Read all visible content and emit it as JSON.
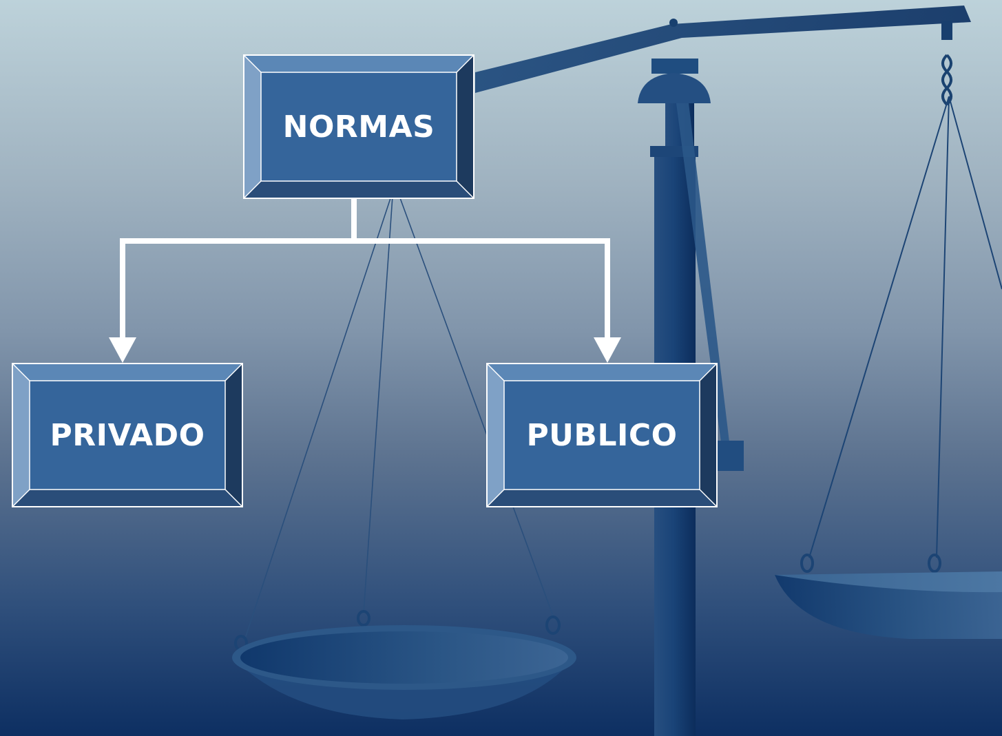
{
  "diagram": {
    "type": "tree",
    "root": {
      "label": "NORMAS"
    },
    "children": [
      {
        "label": "PRIVADO"
      },
      {
        "label": "PUBLICO"
      }
    ],
    "colors": {
      "box_fill": "#35659b",
      "box_bevel_top": "#5b87b6",
      "box_bevel_left": "#7fa1c6",
      "box_bevel_right": "#1d3a5e",
      "box_bevel_bottom": "#2a4d79",
      "box_border": "#ffffff",
      "text": "#ffffff",
      "connector": "#ffffff",
      "background_top": "#bdd2da",
      "background_bottom": "#0d2f62"
    },
    "background_image": "balance-scale-icon"
  }
}
